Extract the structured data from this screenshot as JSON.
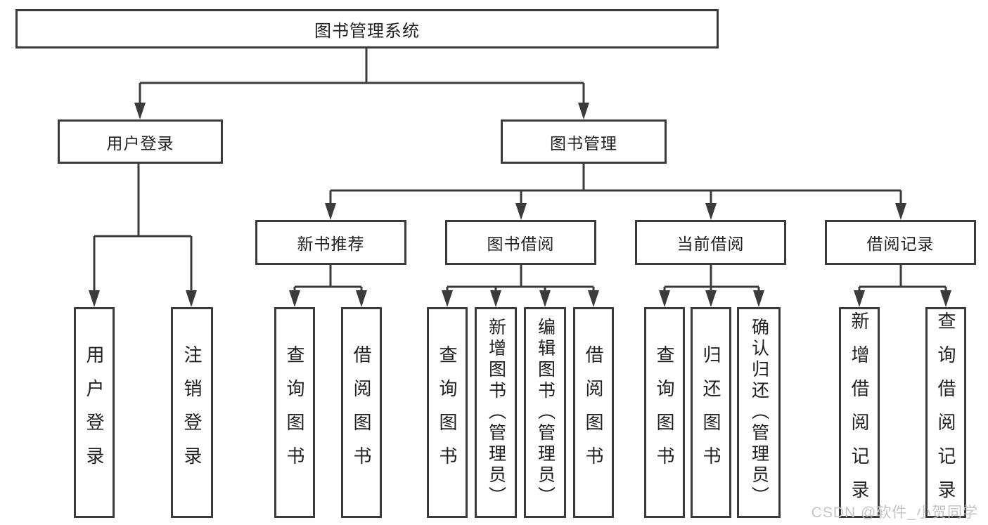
{
  "diagram": {
    "root": "图书管理系统",
    "level2": {
      "user_login": "用户登录",
      "book_management": "图书管理"
    },
    "level3": {
      "new_book_recommend": "新书推荐",
      "book_borrow": "图书借阅",
      "current_borrow": "当前借阅",
      "borrow_records": "借阅记录"
    },
    "leaves": {
      "user_login": "用户登录",
      "logout": "注销登录",
      "query_book_1": "查询图书",
      "borrow_book_1": "借阅图书",
      "query_book_2": "查询图书",
      "add_book": "新增图书（管理员）",
      "edit_book": "编辑图书（管理员）",
      "borrow_book_2": "借阅图书",
      "query_book_3": "查询图书",
      "return_book": "归还图书",
      "confirm_return": "确认归还（管理员）",
      "add_borrow_record": "新增借阅记录",
      "query_borrow_record": "查询借阅记录"
    }
  },
  "watermark": "CSDN @软件_小贺同学",
  "colors": {
    "line": "#3b3b3b",
    "box_border": "#3b3b3b",
    "text": "#1f1f1f",
    "watermark": "#c5c5c5",
    "background": "#ffffff"
  }
}
